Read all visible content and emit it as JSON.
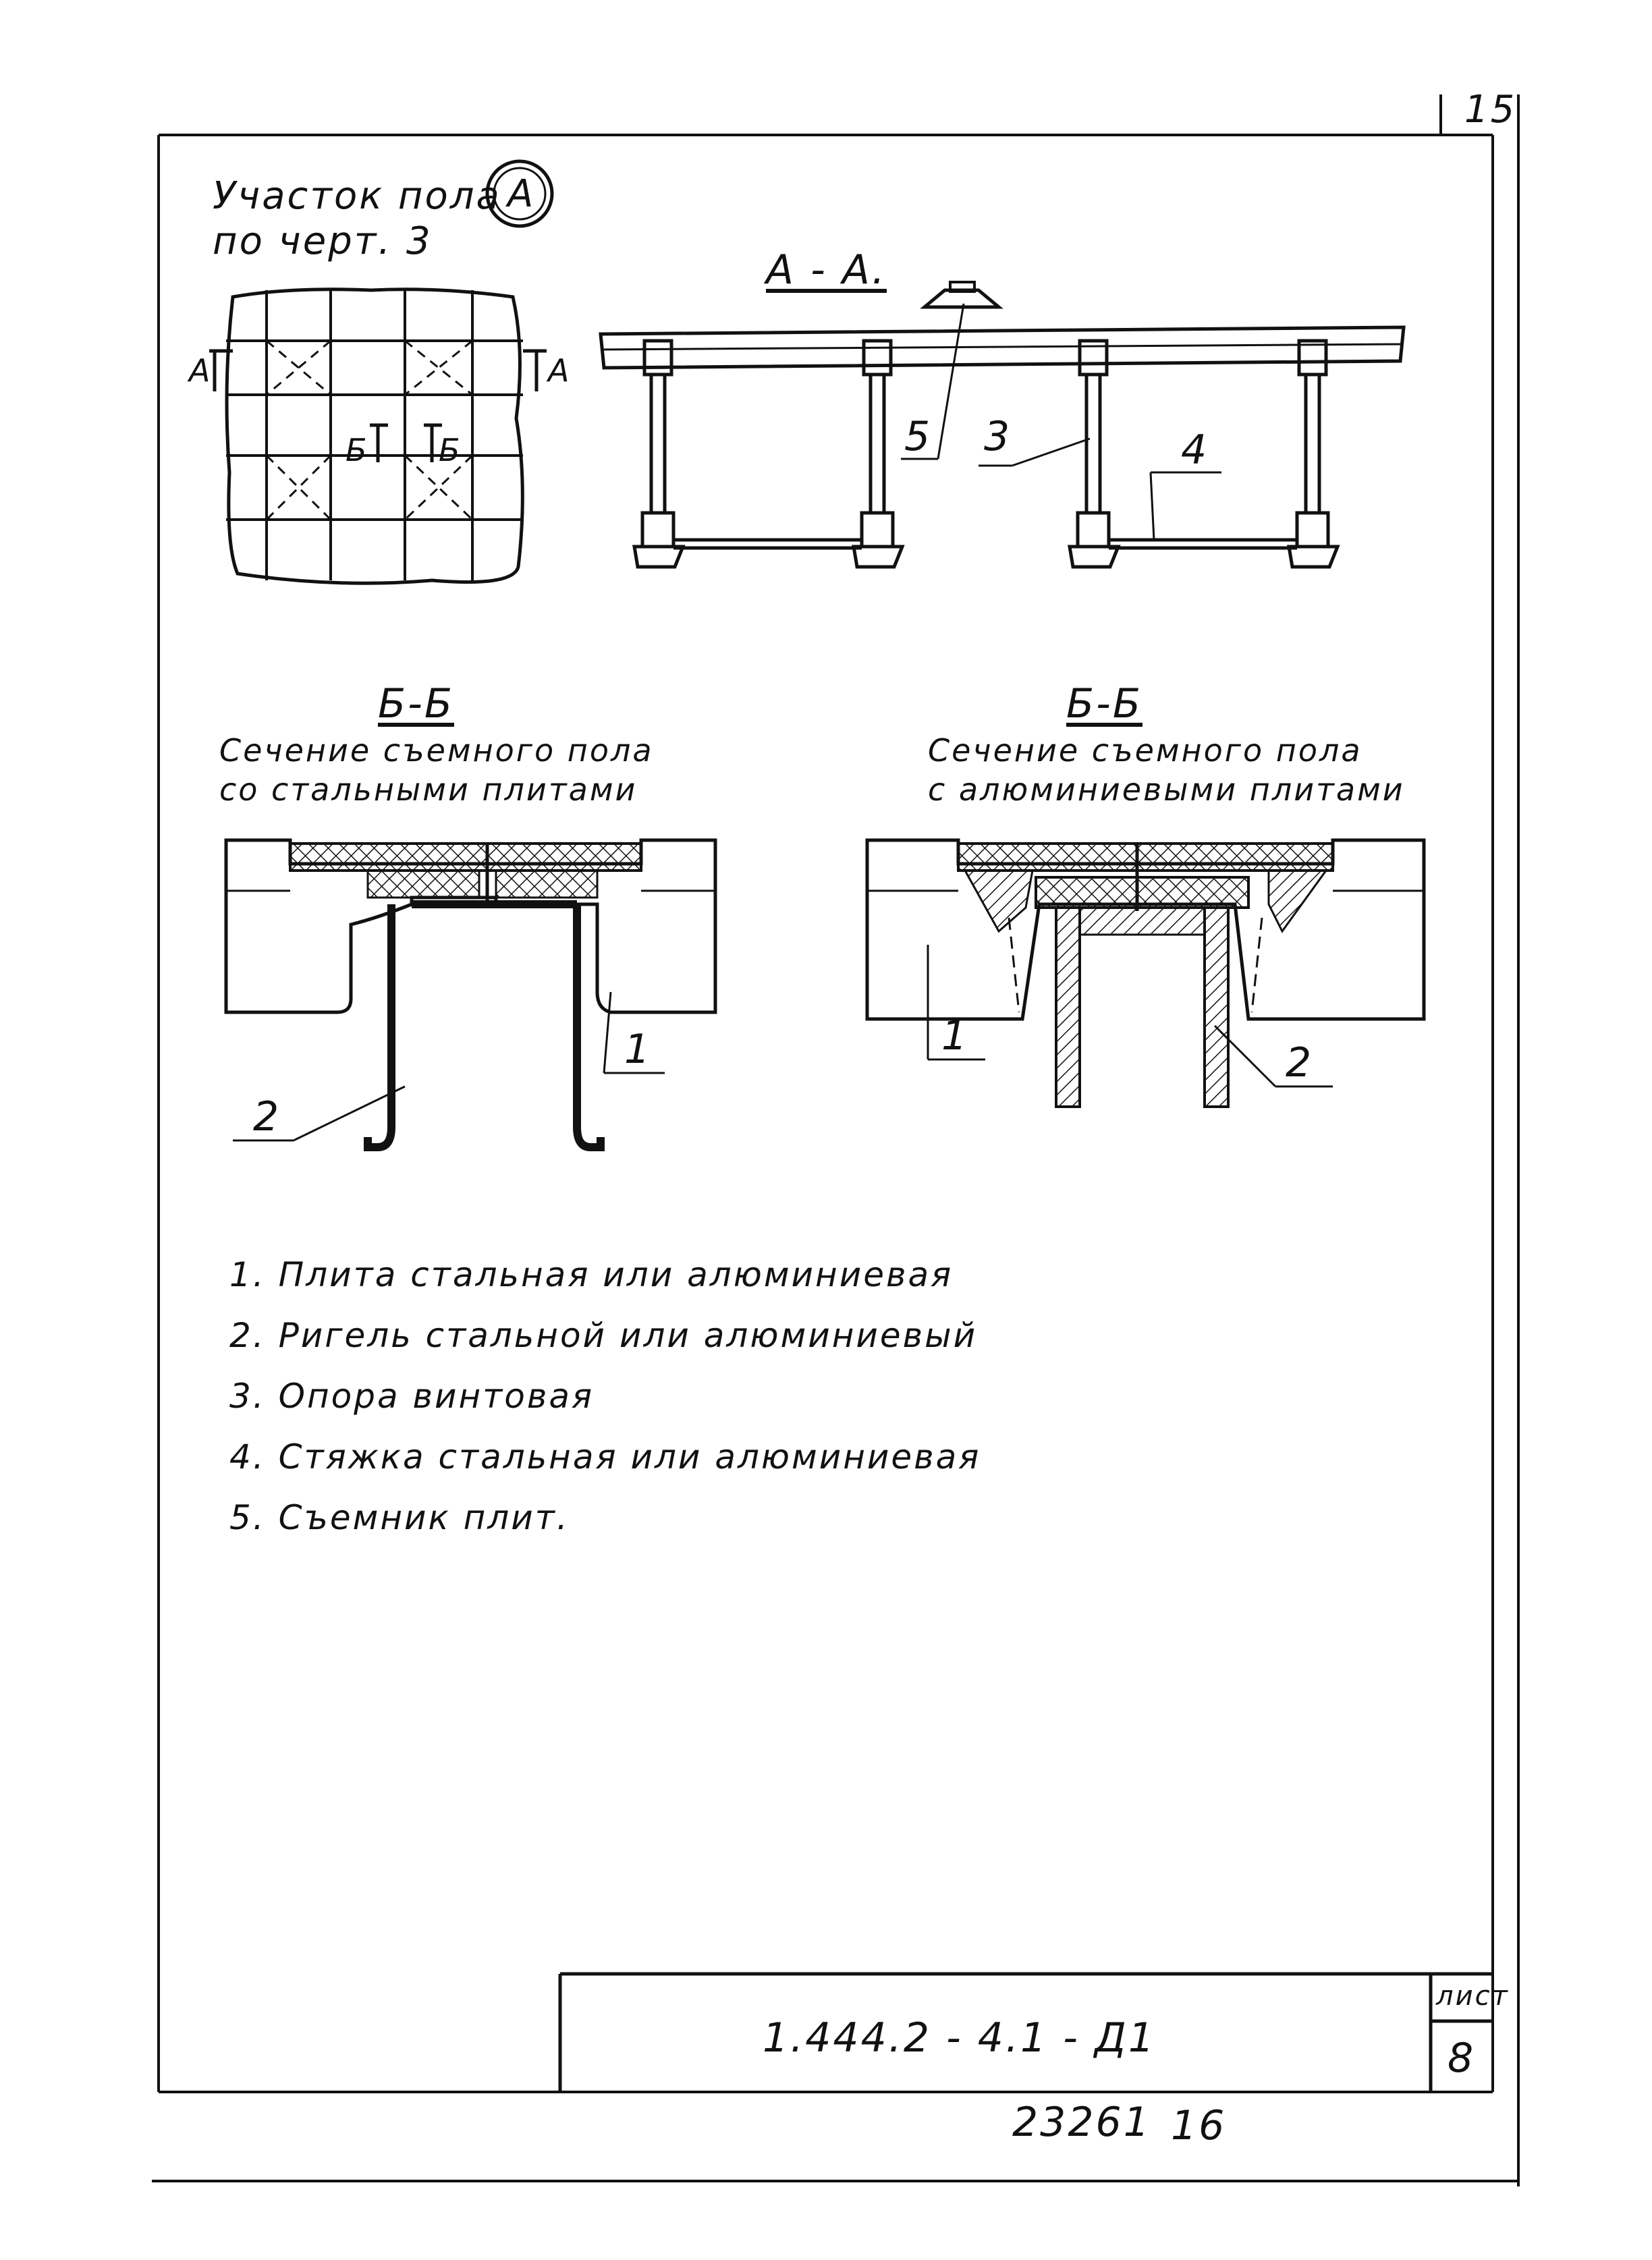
{
  "corner_page_number": "15",
  "plan": {
    "title_line1": "Участок пола",
    "title_line2": "по черт. 3",
    "callout": "А",
    "cut_a_left": "А",
    "cut_a_right": "А",
    "cut_b_left": "Б",
    "cut_b_right": "Б"
  },
  "section_aa": {
    "title": "А - А.",
    "labels": [
      "5",
      "3",
      "4"
    ]
  },
  "section_bb_steel": {
    "title": "Б-Б",
    "subtitle_line1": "Сечение съемного пола",
    "subtitle_line2": "со стальными плитами",
    "labels": [
      "2",
      "1"
    ]
  },
  "section_bb_alu": {
    "title": "Б-Б",
    "subtitle_line1": "Сечение съемного пола",
    "subtitle_line2": "с алюминиевыми плитами",
    "labels": [
      "1",
      "2"
    ]
  },
  "legend": [
    "1. Плита стальная или алюминиевая",
    "2. Ригель стальной или алюминиевый",
    "3. Опора винтовая",
    "4. Стяжка стальная или алюминиевая",
    "5. Съемник плит."
  ],
  "title_block": {
    "code": "1.444.2 - 4.1 - Д1",
    "sheet_label": "лист",
    "sheet_number": "8"
  },
  "footer": {
    "archive_number": "23261",
    "page": "16"
  }
}
